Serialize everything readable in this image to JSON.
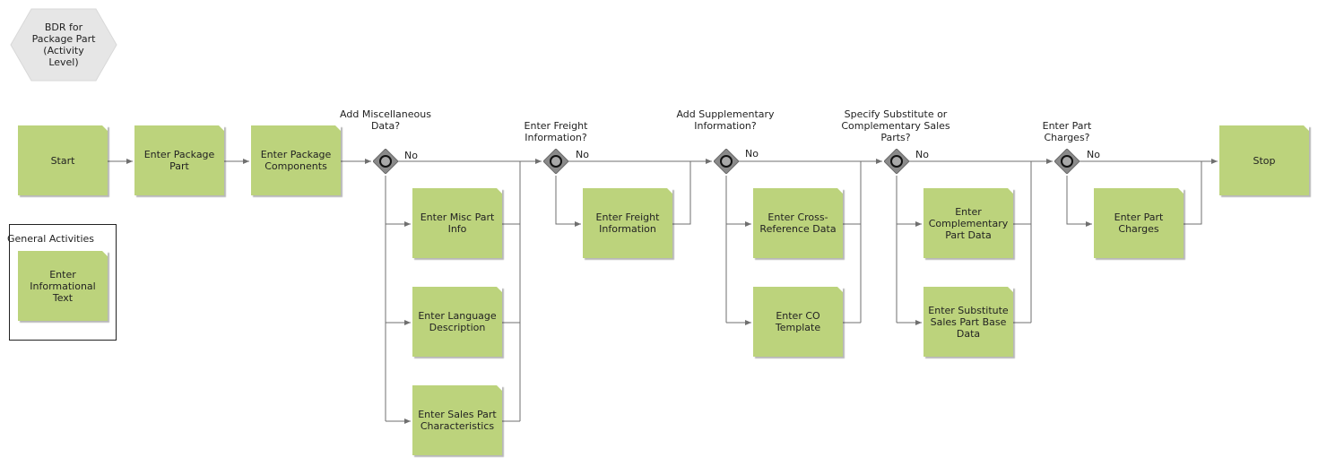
{
  "title": "BDR for Package Part (Activity Level)",
  "group": {
    "title": "General Activities",
    "activity": "Enter Informational Text"
  },
  "activities": {
    "start": "Start",
    "enter_package_part": "Enter Package Part",
    "enter_package_components": "Enter Package Components",
    "enter_misc_part_info": "Enter Misc Part Info",
    "enter_language_description": "Enter Language Description",
    "enter_sales_part_characteristics": "Enter Sales Part Characteristics",
    "enter_freight_information": "Enter Freight Information",
    "enter_cross_reference_data": "Enter Cross-Reference Data",
    "enter_co_template": "Enter CO Template",
    "enter_complementary_part_data": "Enter Complementary Part Data",
    "enter_substitute_sales_part_base_data": "Enter Substitute Sales Part Base Data",
    "enter_part_charges": "Enter Part Charges",
    "stop": "Stop"
  },
  "gateways": {
    "misc": "Add Miscellaneous Data?",
    "freight": "Enter Freight Information?",
    "supplementary": "Add Supplementary Information?",
    "substitute": "Specify Substitute or Complementary Sales Parts?",
    "charges": "Enter Part Charges?"
  },
  "no_label": "No",
  "colors": {
    "activity_fill": "#bcd37c",
    "connector": "#6f6f6f",
    "gateway_fill": "#8a8a8a",
    "start_shape_fill": "#e6e6e6"
  }
}
